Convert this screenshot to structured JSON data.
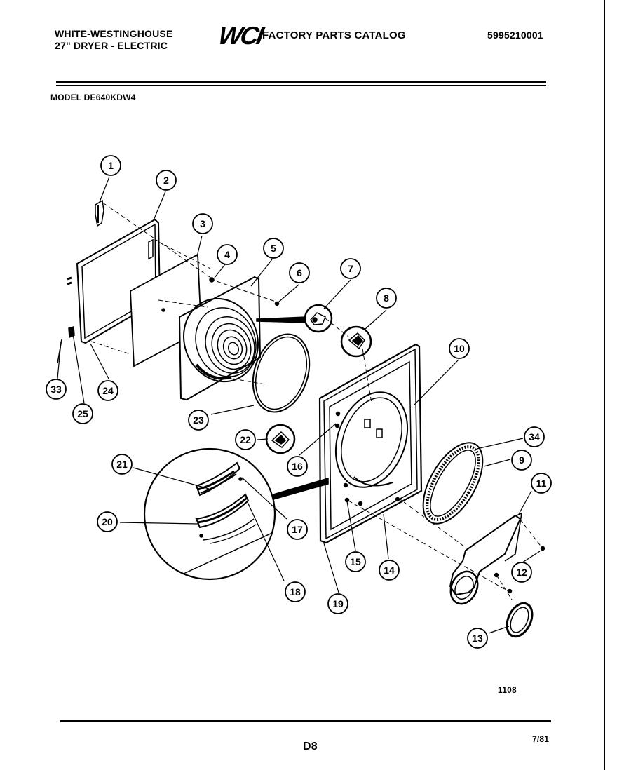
{
  "header": {
    "brand_line1": "WHITE-WESTINGHOUSE",
    "brand_line2": "27\" DRYER - ELECTRIC",
    "logo_text": "WCI",
    "catalog_title": "FACTORY PARTS CATALOG",
    "catalog_number": "5995210001",
    "model_label": "MODEL DE640KDW4"
  },
  "callouts": [
    "1",
    "2",
    "3",
    "4",
    "5",
    "6",
    "7",
    "8",
    "10",
    "9",
    "34",
    "11",
    "12",
    "13",
    "14",
    "15",
    "16",
    "17",
    "18",
    "19",
    "20",
    "21",
    "22",
    "23",
    "24",
    "25",
    "33"
  ],
  "footer": {
    "figure_number": "1108",
    "page_code": "D8",
    "date": "7/81"
  }
}
